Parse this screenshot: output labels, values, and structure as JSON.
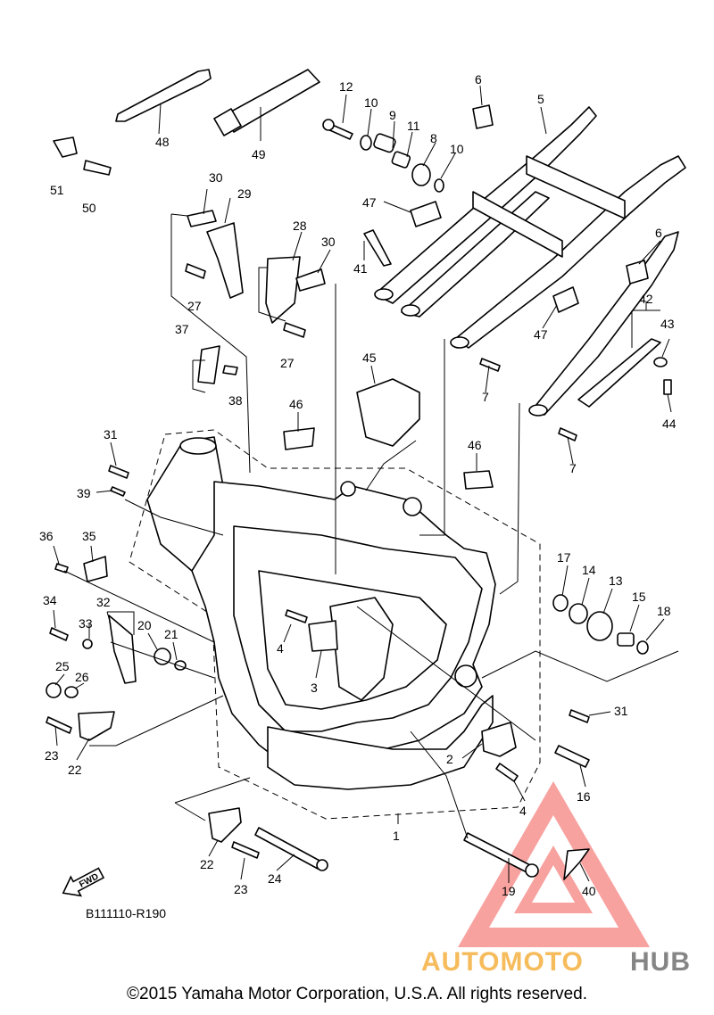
{
  "diagram": {
    "code": "B111110-R190",
    "copyright": "©2015 Yamaha Motor Corporation, U.S.A. All rights reserved.",
    "fwd_label": "FWD",
    "watermark": {
      "part1": "AUTOMOTO",
      "part2": "HUB",
      "color_main": "#e8312e",
      "color_light": "#f3b64c",
      "color_dark": "#8a8a8a"
    }
  },
  "callouts": [
    "1",
    "2",
    "3",
    "4",
    "4",
    "5",
    "6",
    "6",
    "7",
    "7",
    "8",
    "9",
    "10",
    "10",
    "11",
    "12",
    "13",
    "14",
    "15",
    "16",
    "17",
    "18",
    "19",
    "20",
    "21",
    "22",
    "22",
    "23",
    "23",
    "24",
    "25",
    "26",
    "27",
    "27",
    "28",
    "29",
    "30",
    "30",
    "31",
    "31",
    "32",
    "33",
    "34",
    "35",
    "36",
    "37",
    "38",
    "39",
    "40",
    "41",
    "42",
    "43",
    "44",
    "45",
    "46",
    "46",
    "47",
    "47",
    "48",
    "49",
    "50",
    "51"
  ]
}
